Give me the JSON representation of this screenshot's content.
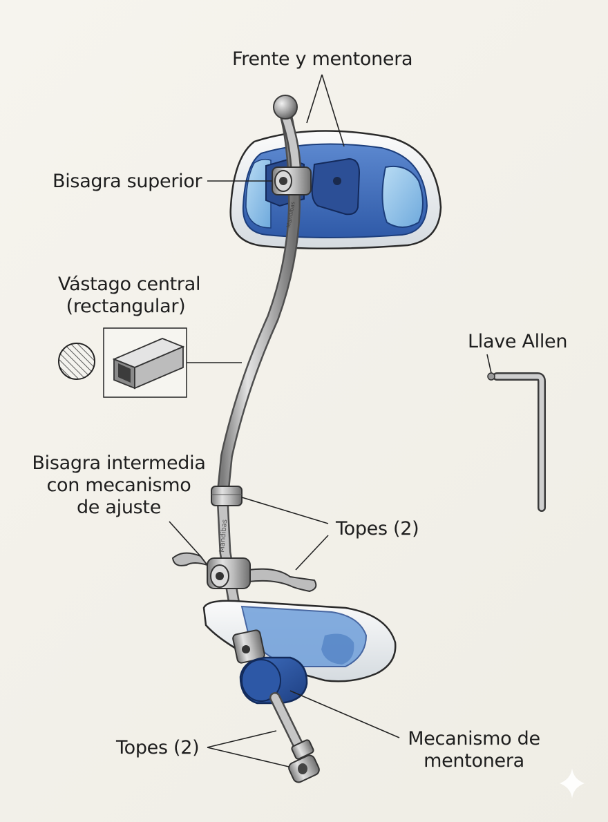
{
  "labels": {
    "frente_mentonera": "Frente y mentonera",
    "bisagra_superior": "Bisagra superior",
    "vastago_line1": "Vástago central",
    "vastago_line2": "(rectangular)",
    "llave_allen": "Llave Allen",
    "bisagra_int_line1": "Bisagra intermedia",
    "bisagra_int_line2": "con mecanismo",
    "bisagra_int_line3": "de ajuste",
    "topes_upper": "Topes (2)",
    "topes_lower": "Topes (2)",
    "mec_line1": "Mecanismo de",
    "mec_line2": "mentonera"
  },
  "engraving": "Mandibas",
  "colors": {
    "pad_blue": "#3a68b8",
    "pad_light_blue": "#8ec3ea",
    "metal": "#b9b9b9",
    "paper": "#f3f1ea",
    "ink": "#1e1e1e"
  }
}
